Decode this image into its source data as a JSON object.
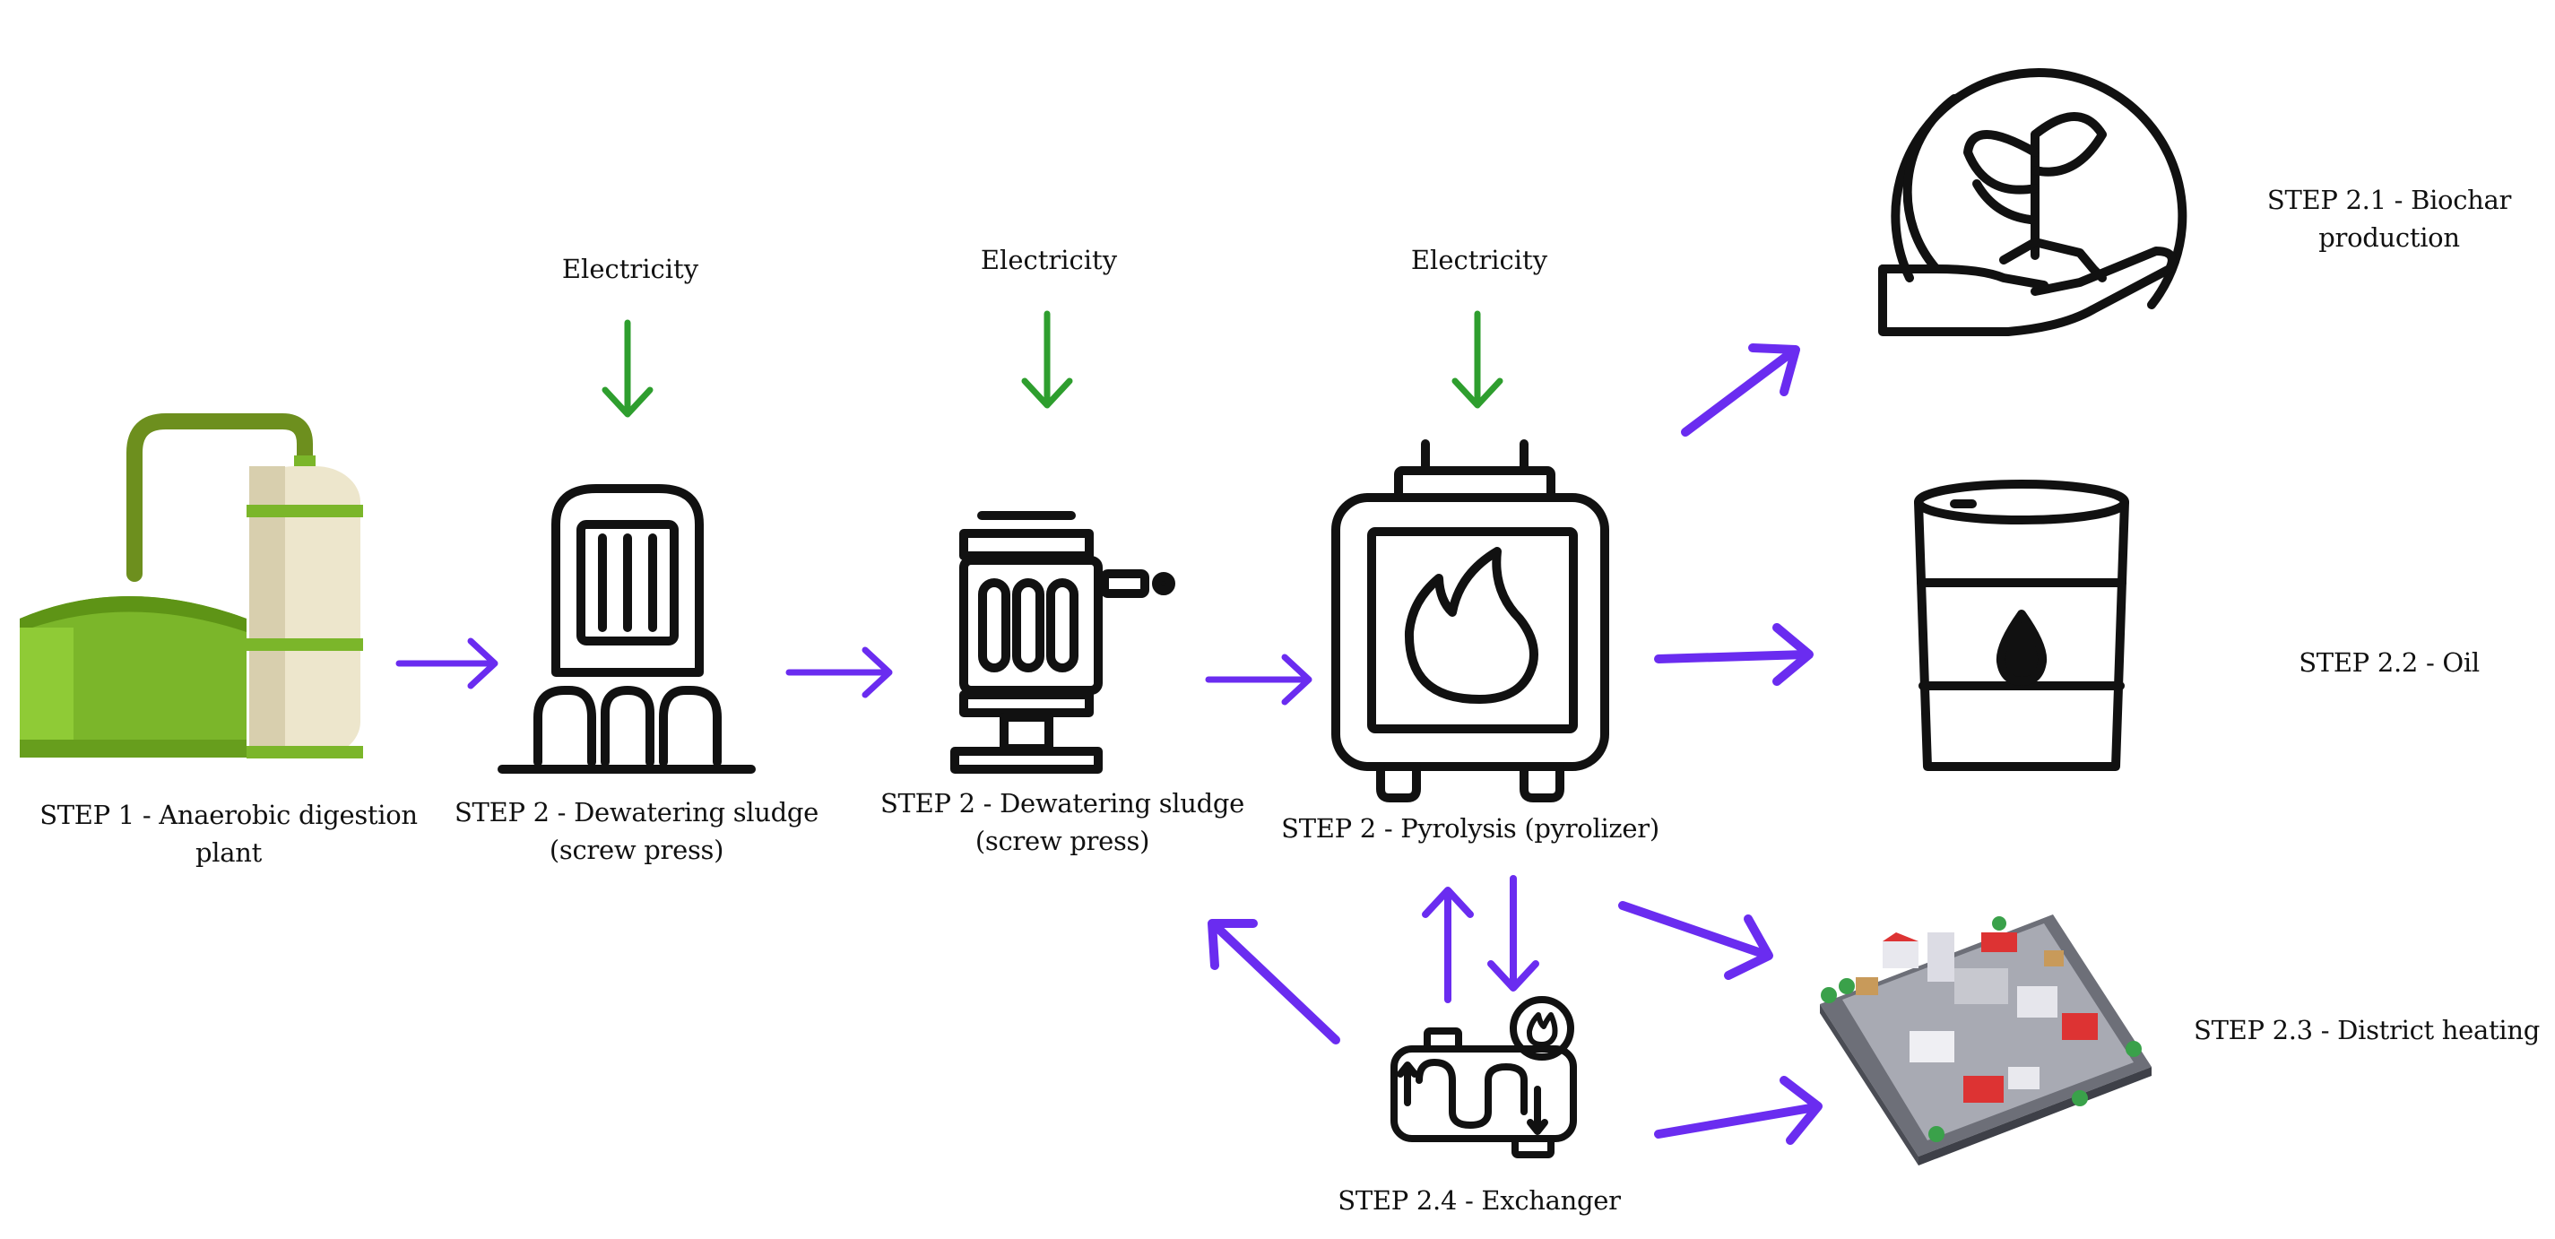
{
  "diagram": {
    "electricity": [
      {
        "label": "Electricity"
      },
      {
        "label": "Electricity"
      },
      {
        "label": "Electricity"
      }
    ],
    "steps": {
      "digestion": {
        "line1": "STEP 1 - Anaerobic digestion",
        "line2": "plant"
      },
      "dewater1": {
        "line1": "STEP 2 - Dewatering sludge",
        "line2": "(screw press)"
      },
      "dewater2": {
        "line1": "STEP 2 - Dewatering sludge",
        "line2": "(screw press)"
      },
      "pyrolysis": {
        "line1": "STEP 2 - Pyrolysis (pyrolizer)"
      },
      "biochar": {
        "line1": "STEP 2.1 - Biochar",
        "line2": "production"
      },
      "oil": {
        "line1": "STEP 2.2 - Oil"
      },
      "heating": {
        "line1": "STEP 2.3 - District heating"
      },
      "exchanger": {
        "line1": "STEP 2.4 - Exchanger"
      }
    },
    "colors": {
      "flow_arrow": "#6a2cf0",
      "electricity_arrow": "#2e9e2e",
      "plant_green": "#7bb62a",
      "plant_cream": "#ede6cc"
    },
    "icons": [
      "biogas-plant-icon",
      "screw-press-icon",
      "screw-press-pump-icon",
      "pyrolizer-furnace-icon",
      "plant-in-hand-icon",
      "oil-barrel-icon",
      "city-district-icon",
      "heat-exchanger-icon"
    ]
  }
}
